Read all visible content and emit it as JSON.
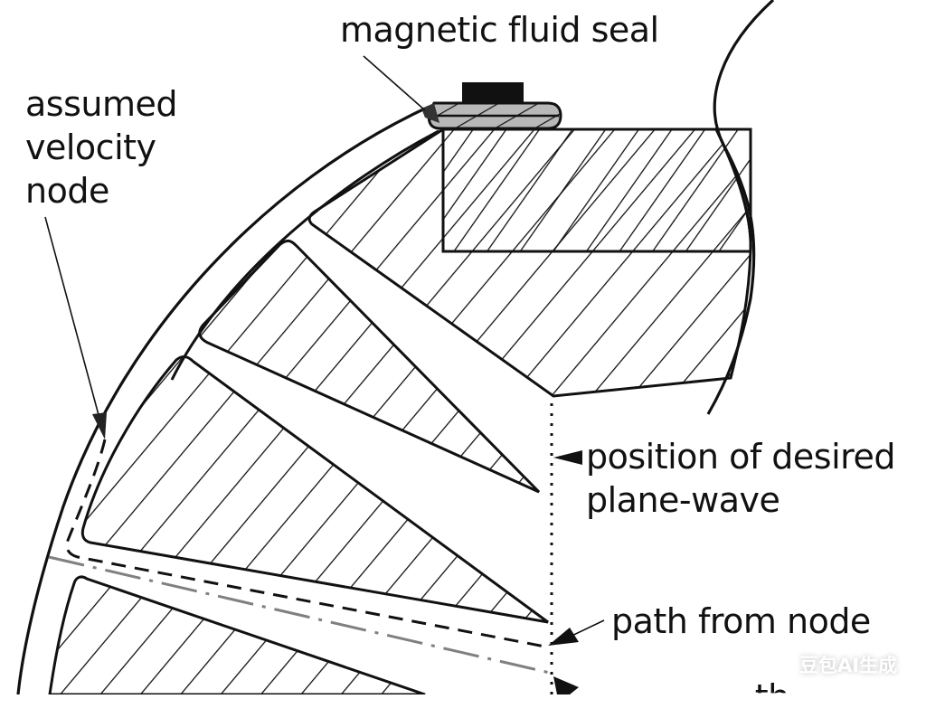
{
  "labels": {
    "seal": "magnetic fluid seal",
    "node_line1": "assumed",
    "node_line2": "velocity",
    "node_line3": "node",
    "plane_line1": "position of desired",
    "plane_line2": "plane-wave",
    "path": "path from node",
    "bottom_partial": "...th"
  },
  "watermark": "豆包AI生成",
  "colors": {
    "line": "#111111",
    "seal_fill": "#b8b8b8",
    "seal_tip": "#333333",
    "axis_line": "#808080",
    "background": "#ffffff"
  }
}
